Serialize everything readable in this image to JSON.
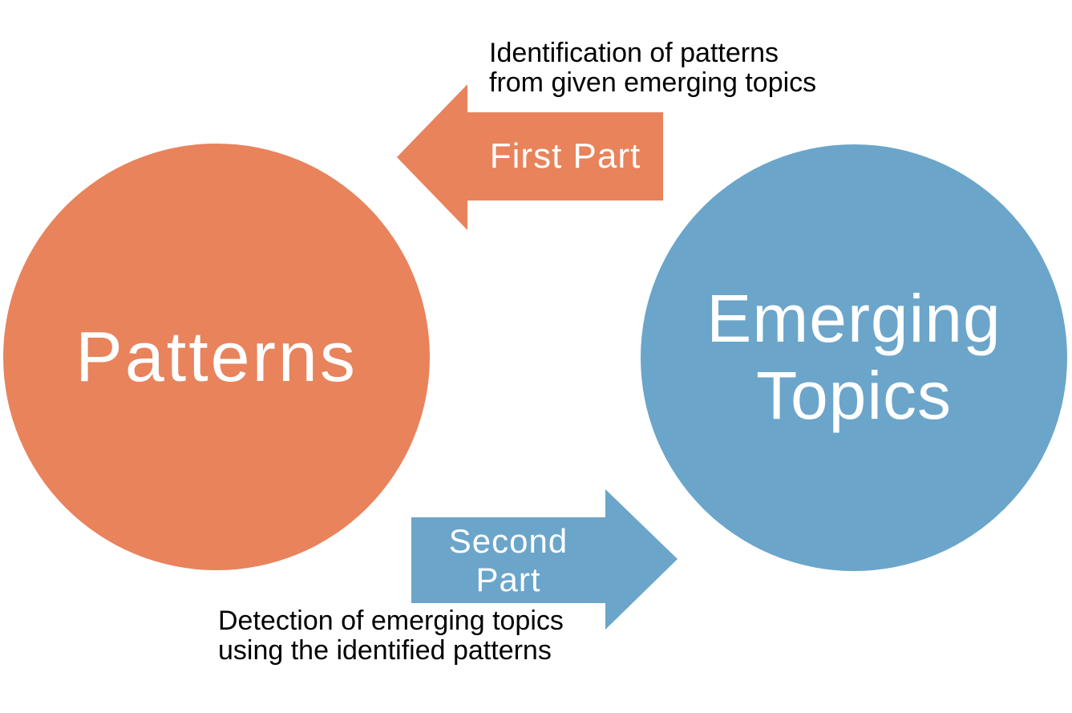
{
  "diagram": {
    "background_color": "#ffffff",
    "left_circle": {
      "label": "Patterns",
      "color": "#E8835C",
      "text_color": "#ffffff"
    },
    "right_circle": {
      "label_line1": "Emerging",
      "label_line2": "Topics",
      "color": "#6BA5CA",
      "text_color": "#ffffff"
    },
    "top_arrow": {
      "label": "First Part",
      "color": "#E8835C",
      "direction": "left",
      "caption_line1": "Identification of patterns",
      "caption_line2": "from given emerging topics"
    },
    "bottom_arrow": {
      "label": "Second Part",
      "color": "#6BA5CA",
      "direction": "right",
      "caption_line1": "Detection of emerging topics",
      "caption_line2": "using the identified patterns"
    }
  }
}
